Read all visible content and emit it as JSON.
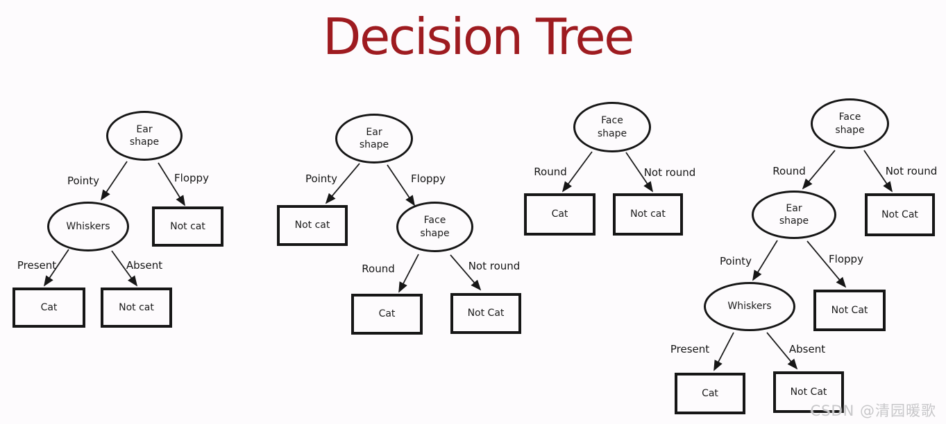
{
  "title": "Decision Tree",
  "colors": {
    "title": "#9e1b20",
    "node_border": "#161616",
    "background": "#fdfbfd",
    "watermark": "#c7c6c9"
  },
  "watermark": "CSDN @清园暖歌",
  "tree1": {
    "root": "Ear\nshape",
    "edge_pointy": "Pointy",
    "edge_floppy": "Floppy",
    "node_whiskers": "Whiskers",
    "leaf_floppy": "Not cat",
    "edge_present": "Present",
    "edge_absent": "Absent",
    "leaf_present": "Cat",
    "leaf_absent": "Not cat"
  },
  "tree2": {
    "root": "Ear\nshape",
    "edge_pointy": "Pointy",
    "edge_floppy": "Floppy",
    "leaf_pointy": "Not cat",
    "node_face": "Face\nshape",
    "edge_round": "Round",
    "edge_not_round": "Not round",
    "leaf_round": "Cat",
    "leaf_not_round": "Not Cat"
  },
  "tree3": {
    "root": "Face\nshape",
    "edge_round": "Round",
    "edge_not_round": "Not round",
    "leaf_round": "Cat",
    "leaf_not_round": "Not cat"
  },
  "tree4": {
    "root": "Face\nshape",
    "edge_round": "Round",
    "edge_not_round": "Not round",
    "node_ear": "Ear\nshape",
    "leaf_not_round": "Not Cat",
    "edge_pointy": "Pointy",
    "edge_floppy": "Floppy",
    "node_whiskers": "Whiskers",
    "leaf_floppy": "Not Cat",
    "edge_present": "Present",
    "edge_absent": "Absent",
    "leaf_present": "Cat",
    "leaf_absent": "Not Cat"
  }
}
